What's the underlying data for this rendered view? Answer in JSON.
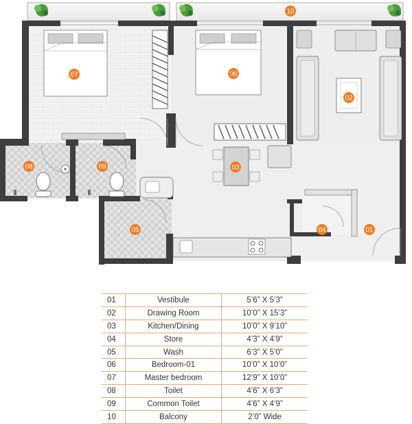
{
  "rooms": [
    {
      "num": "01",
      "name": "Vestibule",
      "size": "5’6” X 5’3”"
    },
    {
      "num": "02",
      "name": "Drawing Room",
      "size": "10’0” X 15’3”"
    },
    {
      "num": "03",
      "name": "Kitchen/Dining",
      "size": "10’0” X 9’10”"
    },
    {
      "num": "04",
      "name": "Store",
      "size": "4’3” X 4’9”"
    },
    {
      "num": "05",
      "name": "Wash",
      "size": "6’3” X 5’0”"
    },
    {
      "num": "06",
      "name": "Bedroom-01",
      "size": "10’0” X 10’0”"
    },
    {
      "num": "07",
      "name": "Master bedroom",
      "size": "12’9” X 10’0”"
    },
    {
      "num": "08",
      "name": "Toilet",
      "size": "4’6” X 6’3”"
    },
    {
      "num": "09",
      "name": "Common Toilet",
      "size": "4’6” X 4’9”"
    },
    {
      "num": "10",
      "name": "Balcony",
      "size": "2’0” Wide"
    }
  ],
  "colors": {
    "wall": "#3e3e40",
    "floor": "#efefef",
    "tile": "#dcdcdc",
    "marker": "#f07c1d",
    "table_rule": "#e6a978",
    "plant": "#4c9a3e"
  }
}
